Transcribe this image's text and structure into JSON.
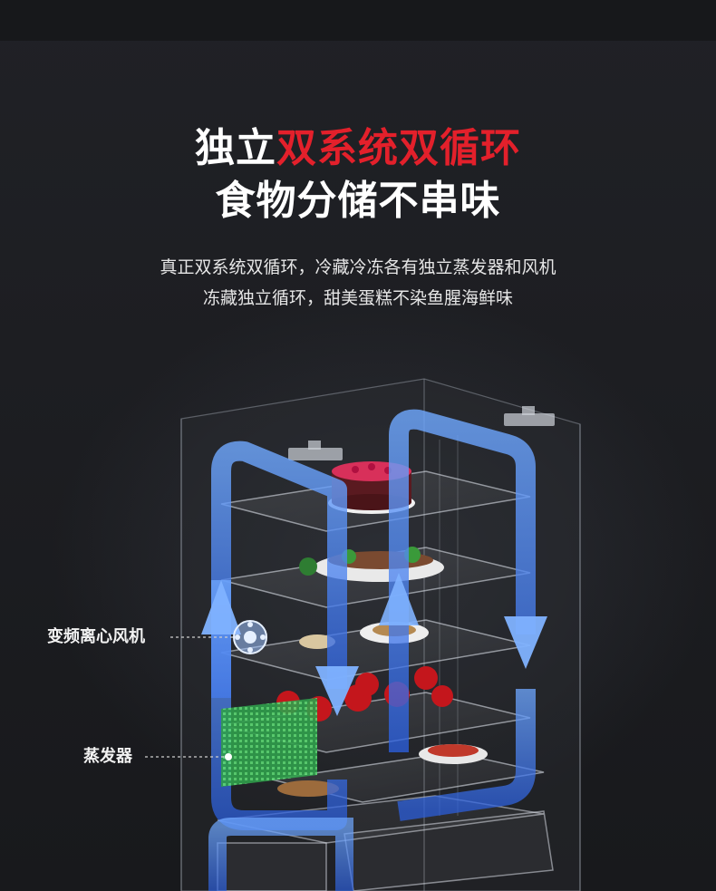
{
  "headline": {
    "line1_prefix": "独立",
    "line1_accent": "双系统双循环",
    "line2": "食物分储不串味"
  },
  "subtitle": {
    "line1": "真正双系统双循环，冷藏冷冻各有独立蒸发器和风机",
    "line2": "冻藏独立循环，甜美蛋糕不染鱼腥海鲜味"
  },
  "callouts": {
    "fan": "变频离心风机",
    "evaporator": "蒸发器"
  },
  "colors": {
    "background": "#1c1d21",
    "accent_red": "#e3202b",
    "airflow_blue": "#4f8dff",
    "evaporator_green": "#3fbf5a"
  },
  "icons": {
    "fan": "centrifugal-fan-icon",
    "evaporator": "evaporator-coil-icon",
    "airflow": "airflow-arrow-icon"
  }
}
